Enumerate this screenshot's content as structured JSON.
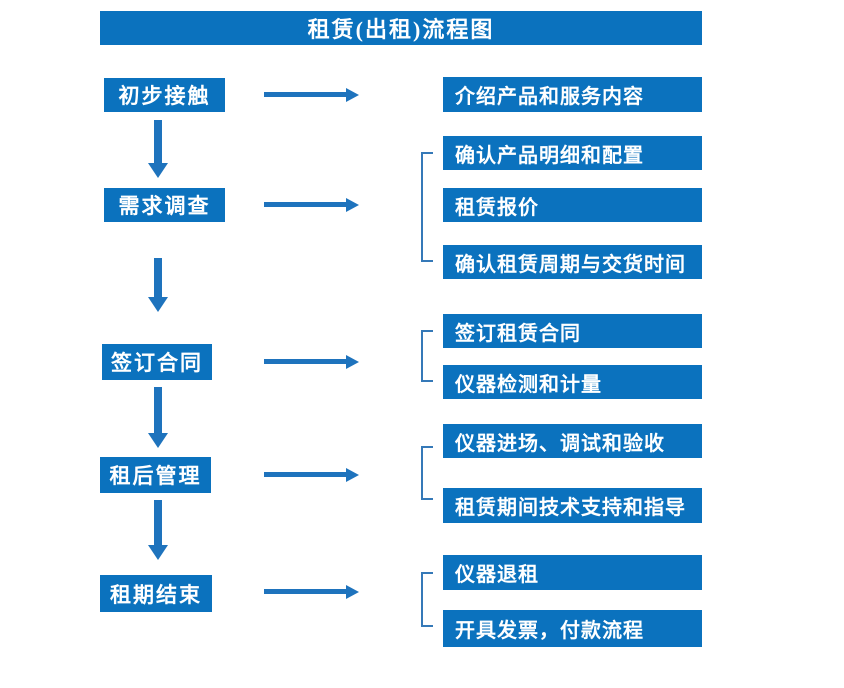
{
  "title": "租赁(出租)流程图",
  "colors": {
    "primary": "#0B72BE",
    "arrow": "#1E73BD",
    "bracket": "#3579B8",
    "box_text": "#FFFFFF",
    "background": "#FFFFFF"
  },
  "flow": {
    "steps": [
      {
        "label": "初步接触",
        "details": [
          "介绍产品和服务内容"
        ]
      },
      {
        "label": "需求调查",
        "details": [
          "确认产品明细和配置",
          "租赁报价",
          "确认租赁周期与交货时间"
        ]
      },
      {
        "label": "签订合同",
        "details": [
          "签订租赁合同",
          "仪器检测和计量"
        ]
      },
      {
        "label": "租后管理",
        "details": [
          "仪器进场、调试和验收",
          "租赁期间技术支持和指导"
        ]
      },
      {
        "label": "租期结束",
        "details": [
          "仪器退租",
          "开具发票，付款流程"
        ]
      }
    ]
  }
}
